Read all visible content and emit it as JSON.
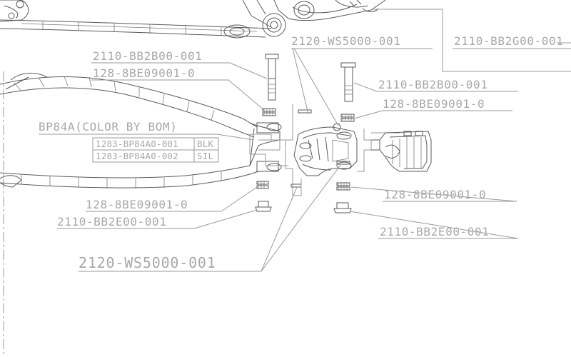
{
  "callouts": {
    "ws5000_top": "2120-WS5000-001",
    "bb2g00": "2110-BB2G00-001",
    "bb2b00_left": "2110-BB2B00-001",
    "be09001_upper_left": "128-8BE09001-0",
    "bb2b00_right": "2110-BB2B00-001",
    "be09001_upper_right": "128-8BE09001-0",
    "color_note": "BP84A(COLOR BY BOM)",
    "be09001_lower_left": "128-8BE09001-0",
    "be09001_lower_right": "128-8BE09001-0",
    "bb2e00_left": "2110-BB2E00-001",
    "bb2e00_right": "2110-BB2E00-001",
    "ws5000_bottom": "2120-WS5000-001"
  },
  "color_table": {
    "rows": [
      {
        "part": "1283-BP84A0-001",
        "color": "BLK"
      },
      {
        "part": "1283-BP84A0-002",
        "color": "SIL"
      }
    ]
  }
}
